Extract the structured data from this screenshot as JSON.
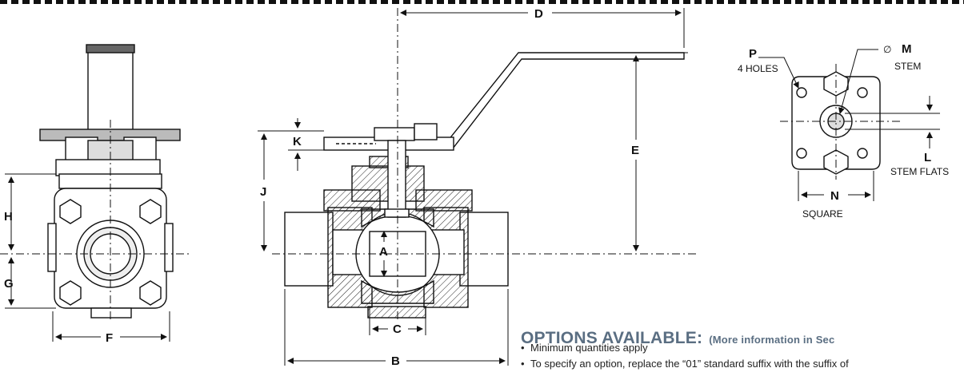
{
  "dimensions": {
    "A": "A",
    "B": "B",
    "C": "C",
    "D": "D",
    "E": "E",
    "F": "F",
    "G": "G",
    "H": "H",
    "J": "J",
    "K": "K",
    "L": "L",
    "M": "M",
    "N": "N",
    "P": "P"
  },
  "callouts": {
    "holes": "4 HOLES",
    "stem": "STEM",
    "stem_flats": "STEM FLATS",
    "square": "SQUARE",
    "diameter_symbol": "∅"
  },
  "options": {
    "title": "OPTIONS AVAILABLE:",
    "more_info": "(More information in Sec",
    "bullets": [
      "Minimum quantities apply",
      "To specify an option, replace the “01” standard suffix with the suffix of"
    ]
  }
}
